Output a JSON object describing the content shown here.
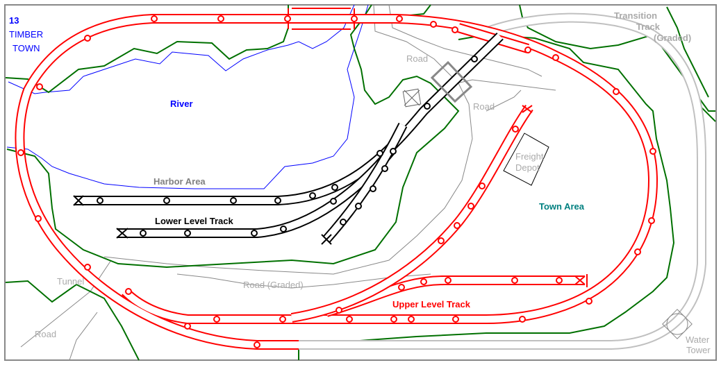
{
  "title": {
    "number": "13",
    "line1": "TIMBER",
    "line2": "TOWN"
  },
  "labels": {
    "river": "River",
    "road_top": "Road",
    "road_mid": "Road",
    "road_bottom": "Road",
    "harbor_area": "Harbor Area",
    "lower_level_track": "Lower Level Track",
    "freight_depot_1": "Freight",
    "freight_depot_2": "Depot",
    "town_area": "Town Area",
    "tunnel": "Tunnel",
    "road_graded": "Road (Graded)",
    "upper_level_track": "Upper Level Track",
    "transition_1": "Transition",
    "transition_2": "Track",
    "transition_3": "(Graded)",
    "water_1": "Water",
    "water_2": "Tower"
  },
  "colors": {
    "upper_track": "#ff0000",
    "lower_track": "#000000",
    "transition_track": "#c0c0c0",
    "contour": "#007000",
    "river": "#0000ff",
    "road": "#808080",
    "title": "#0000ff",
    "town_label": "#008080"
  }
}
